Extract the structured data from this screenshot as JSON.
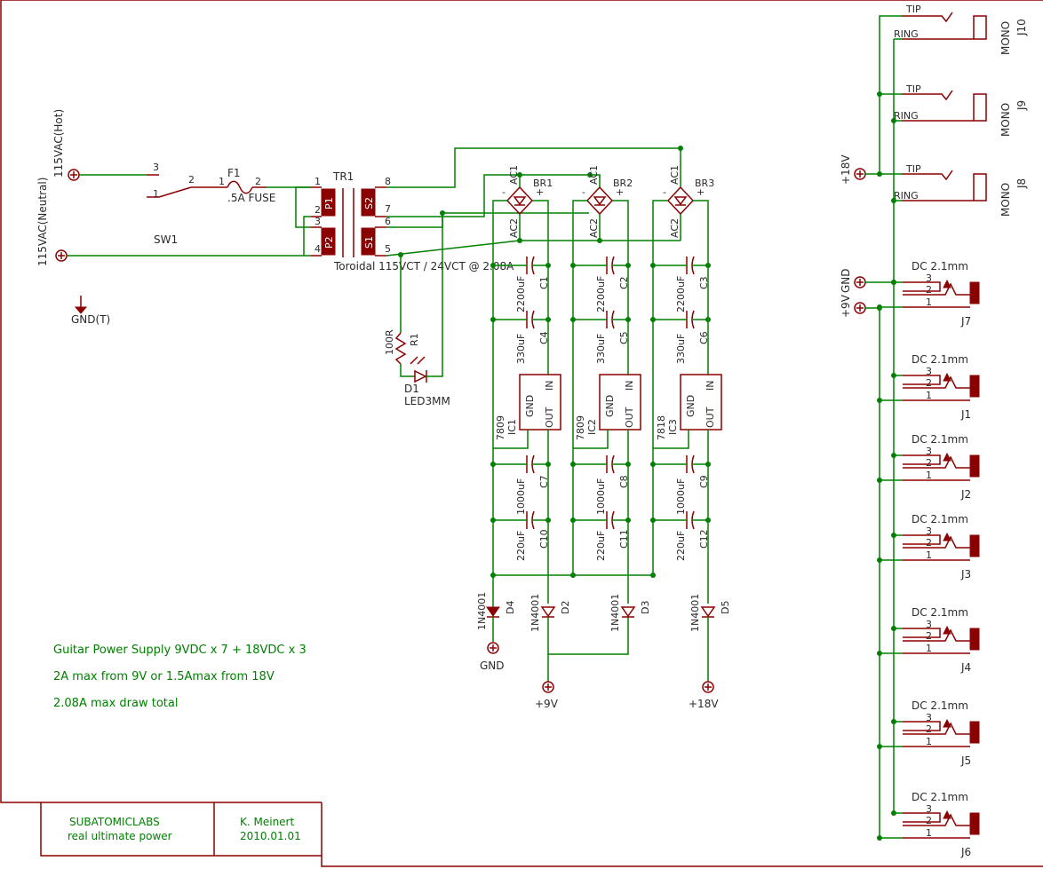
{
  "frame": {
    "company": "SUBATOMICLABS",
    "tagline": "real ultimate power",
    "author": "K. Meinert",
    "date": "2010.01.01"
  },
  "notes": [
    "Guitar Power Supply 9VDC x 7 + 18VDC x 3",
    "2A max from 9V or 1.5Amax from 18V",
    "2.08A max draw total"
  ],
  "inputs": {
    "hot": "115VAC(Hot)",
    "neutral": "115VAC(Neutral)",
    "ground": "GND(T)"
  },
  "switch": {
    "name": "SW1",
    "pin1": "1",
    "pin2": "2",
    "pin3": "3"
  },
  "fuse": {
    "name": "F1",
    "value": ".5A FUSE",
    "pin1": "1",
    "pin2": "2"
  },
  "transformer": {
    "name": "TR1",
    "desc": "Toroidal 115VCT / 24VCT @ 2.08A",
    "p1": "P1",
    "p2": "P2",
    "s1": "S1",
    "s2": "S2",
    "pins": [
      "1",
      "2",
      "3",
      "4",
      "5",
      "6",
      "7",
      "8"
    ]
  },
  "led": {
    "resistor": "R1",
    "resistor_value": "100R",
    "name": "D1",
    "value": "LED3MM"
  },
  "channels": [
    {
      "bridge": "BR1",
      "ac1": "AC1",
      "ac2": "AC2",
      "bulk_cap": "C1",
      "bulk_val": "2200uF",
      "in_cap": "C4",
      "in_val": "330uF",
      "ic": "IC1",
      "reg": "7809",
      "out_cap1": "C7",
      "out_val1": "1000uF",
      "out_cap2": "C10",
      "out_val2": "220uF",
      "pin_gnd": "GND",
      "pin_out": "OUT",
      "pin_in": "IN"
    },
    {
      "bridge": "BR2",
      "ac1": "AC1",
      "ac2": "AC2",
      "bulk_cap": "C2",
      "bulk_val": "2200uF",
      "in_cap": "C5",
      "in_val": "330uF",
      "ic": "IC2",
      "reg": "7809",
      "out_cap1": "C8",
      "out_val1": "1000uF",
      "out_cap2": "C11",
      "out_val2": "220uF",
      "pin_gnd": "GND",
      "pin_out": "OUT",
      "pin_in": "IN"
    },
    {
      "bridge": "BR3",
      "ac1": "AC1",
      "ac2": "AC2",
      "bulk_cap": "C3",
      "bulk_val": "2200uF",
      "in_cap": "C6",
      "in_val": "330uF",
      "ic": "IC3",
      "reg": "7818",
      "out_cap1": "C9",
      "out_val1": "1000uF",
      "out_cap2": "C12",
      "out_val2": "220uF",
      "pin_gnd": "GND",
      "pin_out": "OUT",
      "pin_in": "IN"
    }
  ],
  "diodes": [
    {
      "name": "D4",
      "value": "1N4001"
    },
    {
      "name": "D2",
      "value": "1N4001"
    },
    {
      "name": "D3",
      "value": "1N4001"
    },
    {
      "name": "D5",
      "value": "1N4001"
    }
  ],
  "outputs": {
    "gnd": "GND",
    "v9": "+9V",
    "v18": "+18V"
  },
  "mono_jacks": [
    {
      "name": "J10",
      "type": "MONO",
      "tip": "TIP",
      "ring": "RING"
    },
    {
      "name": "J9",
      "type": "MONO",
      "tip": "TIP",
      "ring": "RING"
    },
    {
      "name": "J8",
      "type": "MONO",
      "tip": "TIP",
      "ring": "RING"
    }
  ],
  "right_supplies": {
    "v18": "+18V",
    "gnd": "GND",
    "v9": "+9V"
  },
  "dc_jacks": [
    {
      "name": "J7",
      "type": "DC 2.1mm"
    },
    {
      "name": "J1",
      "type": "DC 2.1mm"
    },
    {
      "name": "J2",
      "type": "DC 2.1mm"
    },
    {
      "name": "J3",
      "type": "DC 2.1mm"
    },
    {
      "name": "J4",
      "type": "DC 2.1mm"
    },
    {
      "name": "J5",
      "type": "DC 2.1mm"
    },
    {
      "name": "J6",
      "type": "DC 2.1mm"
    }
  ],
  "jack_pins": [
    "1",
    "2",
    "3"
  ],
  "polarity": {
    "plus": "+",
    "minus": "-"
  }
}
